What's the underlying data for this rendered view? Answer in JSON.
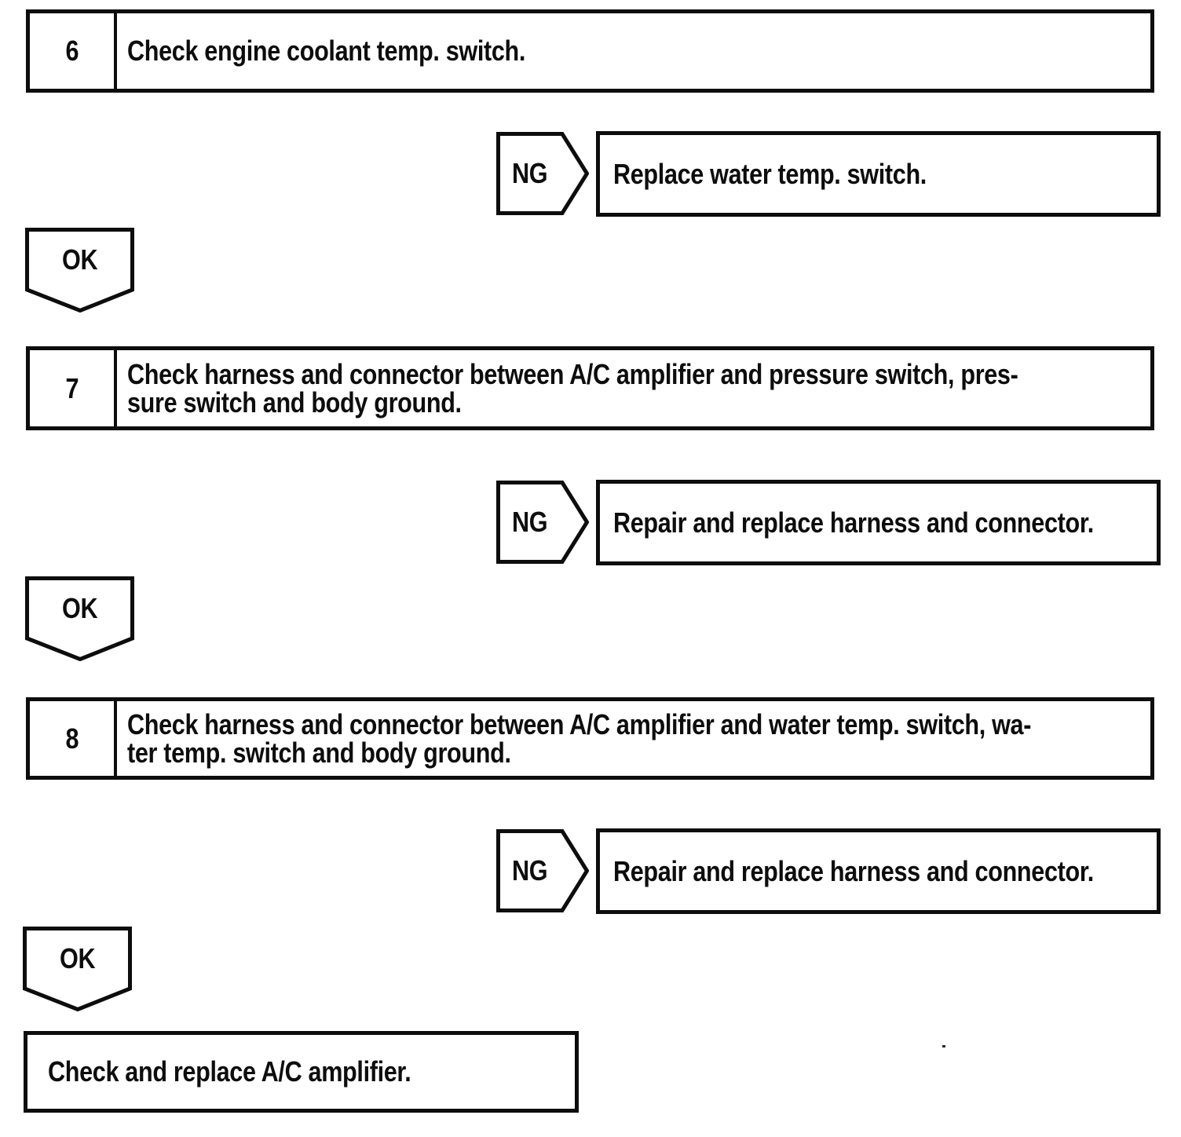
{
  "page": {
    "paper_color": "#ffffff",
    "ink_color": "#0d0d0d"
  },
  "flow": {
    "ok_label": "OK",
    "ng_label": "NG",
    "steps": [
      {
        "number": "6",
        "text": "Check engine coolant temp. switch."
      },
      {
        "number": "7",
        "text": "Check harness and connector between A/C amplifier and pressure switch, pres-\nsure switch and body ground."
      },
      {
        "number": "8",
        "text": "Check harness and connector between A/C amplifier and water temp. switch, wa-\nter temp. switch and body ground."
      }
    ],
    "ng_actions": [
      {
        "text": "Replace water temp. switch."
      },
      {
        "text": "Repair and replace harness and connector."
      },
      {
        "text": "Repair and replace harness and connector."
      }
    ],
    "final_action": {
      "text": "Check and replace A/C amplifier."
    }
  }
}
